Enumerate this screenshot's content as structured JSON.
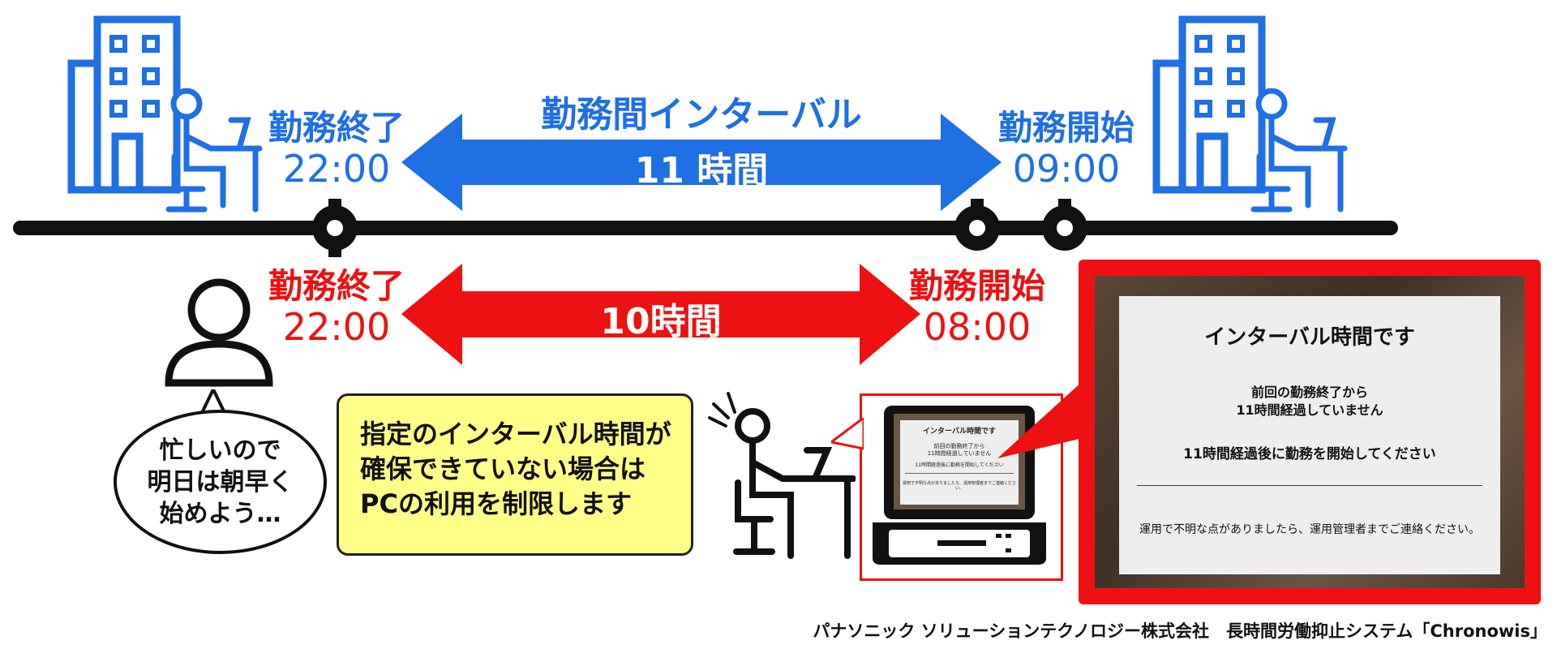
{
  "top": {
    "interval_label": "勤務間インターバル",
    "interval_hours": "11 時間",
    "end_label": "勤務終了",
    "end_time": "22:00",
    "start_label": "勤務開始",
    "start_time": "09:00"
  },
  "bottom": {
    "end_label": "勤務終了",
    "end_time": "22:00",
    "start_label": "勤務開始",
    "start_time": "08:00",
    "interval_hours": "10時間"
  },
  "speech": {
    "lines": [
      "忙しいので",
      "明日は朝早く",
      "始めよう…"
    ]
  },
  "note": {
    "lines": [
      "指定のインターバル時間が",
      "確保できていない場合は",
      "PCの利用を制限します"
    ]
  },
  "popup": {
    "title": "インターバル時間です",
    "line1": "前回の勤務終了から",
    "line2": "11時間経過していません",
    "line3": "11時間経過後に勤務を開始してください",
    "line4": "運用で不明な点がありましたら、運用管理者までご連絡ください。"
  },
  "footer": "パナソニック ソリューションテクノロジー株式会社　長時間労働抑止システム「Chronowis」",
  "colors": {
    "blue": "#1f6fe5",
    "red": "#ee1111",
    "note_bg": "#ffff88"
  }
}
